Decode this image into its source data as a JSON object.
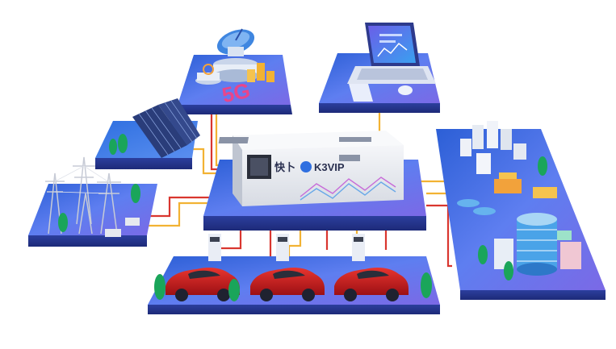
{
  "container": {
    "brand_cn": "快卜",
    "brand_en": "K3VIP"
  },
  "telecom": {
    "label": "5G"
  },
  "colors": {
    "platform_top": "#3c7de8",
    "platform_side": "#263a9a",
    "wire_red": "#d9362f",
    "wire_yellow": "#f2b233",
    "car_red": "#c8191c",
    "container_body": "#e9ecf2",
    "tree": "#1aa55a"
  }
}
